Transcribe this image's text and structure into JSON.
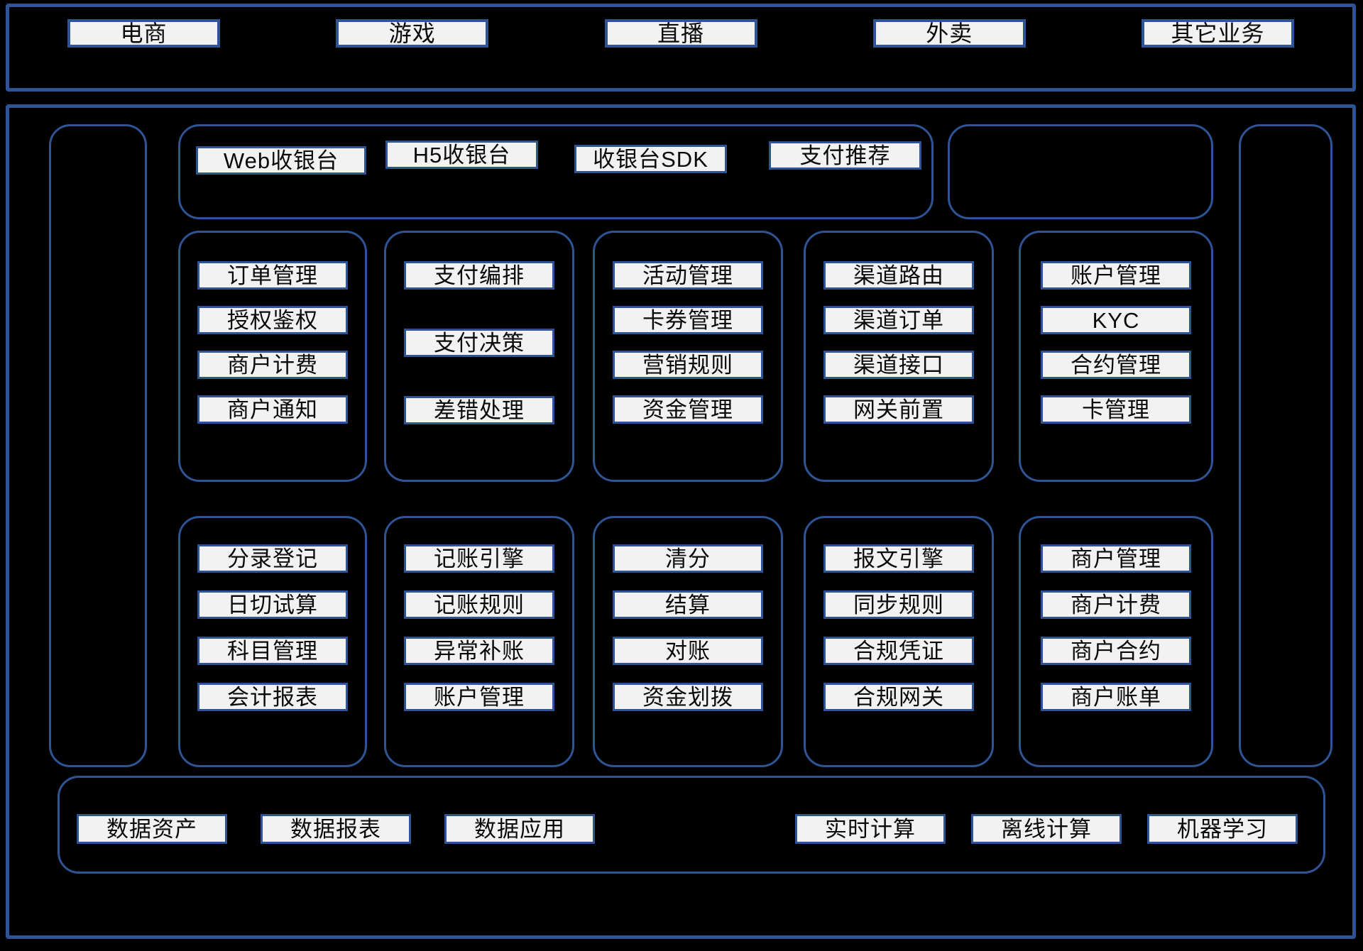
{
  "diagram_title": "",
  "colors": {
    "border_blue": "#2f5496",
    "box_fill": "#f2f2f2",
    "text": "#0a0a0a",
    "background": "#000000"
  },
  "business_layer": {
    "items": [
      "电商",
      "游戏",
      "直播",
      "外卖",
      "其它业务"
    ]
  },
  "cashier_layer": {
    "items": [
      "Web收银台",
      "H5收银台",
      "收银台SDK",
      "支付推荐"
    ]
  },
  "row1_groups": [
    {
      "items": [
        "订单管理",
        "授权鉴权",
        "商户计费",
        "商户通知"
      ]
    },
    {
      "items": [
        "支付编排",
        "支付决策",
        "差错处理"
      ]
    },
    {
      "items": [
        "活动管理",
        "卡券管理",
        "营销规则",
        "资金管理"
      ]
    },
    {
      "items": [
        "渠道路由",
        "渠道订单",
        "渠道接口",
        "网关前置"
      ]
    },
    {
      "items": [
        "账户管理",
        "KYC",
        "合约管理",
        "卡管理"
      ]
    }
  ],
  "row2_groups": [
    {
      "items": [
        "分录登记",
        "日切试算",
        "科目管理",
        "会计报表"
      ]
    },
    {
      "items": [
        "记账引擎",
        "记账规则",
        "异常补账",
        "账户管理"
      ]
    },
    {
      "items": [
        "清分",
        "结算",
        "对账",
        "资金划拨"
      ]
    },
    {
      "items": [
        "报文引擎",
        "同步规则",
        "合规凭证",
        "合规网关"
      ]
    },
    {
      "items": [
        "商户管理",
        "商户计费",
        "商户合约",
        "商户账单"
      ]
    }
  ],
  "data_platform_layer": {
    "left_items": [
      "数据资产",
      "数据报表",
      "数据应用"
    ],
    "right_items": [
      "实时计算",
      "离线计算",
      "机器学习"
    ]
  }
}
